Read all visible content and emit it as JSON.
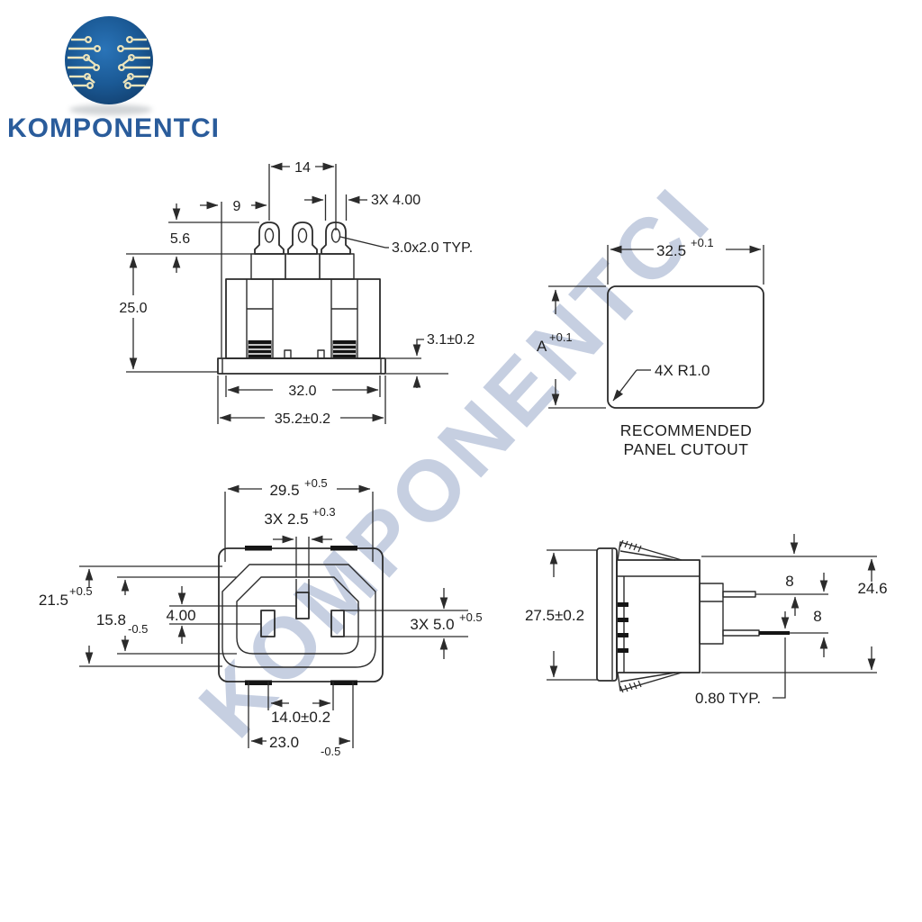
{
  "colors": {
    "line": "#2b2b2b",
    "text": "#1d1d1d",
    "logo_blue": "#17528c",
    "logo_text_blue": "#2a5c9b",
    "trace_cream": "#ece5bd",
    "watermark": "#c6cfe1"
  },
  "logo": {
    "brand": "KOMPONENTCI"
  },
  "watermark": {
    "text": "KOMPONENTCI"
  },
  "views": {
    "rear": {
      "dims": {
        "pin_span": "14",
        "edge_offset": "9",
        "terminal_width": "3X 4.00",
        "hole_note": "3.0x2.0 TYP.",
        "head_height": "5.6",
        "body_height": "25.0",
        "flange_thickness": "3.1±0.2",
        "body_width": "32.0",
        "flange_width": "35.2±0.2"
      }
    },
    "panel_cutout": {
      "dims": {
        "width": "32.5",
        "width_tol": "+0.1",
        "height": "A",
        "height_tol": "+0.1",
        "corner_radius": "4X R1.0"
      },
      "caption_line1": "RECOMMENDED",
      "caption_line2": "PANEL CUTOUT"
    },
    "front": {
      "dims": {
        "opening_width": "29.5",
        "opening_width_tol": "+0.5",
        "slot_width": "3X 2.5",
        "slot_width_tol": "+0.3",
        "opening_height": "21.5",
        "opening_height_tol": "+0.5",
        "inner_height": "15.8",
        "inner_height_tol": "-0.5",
        "pin_offset": "4.00",
        "pin_length": "3X 5.0",
        "pin_length_tol": "+0.5",
        "mount_pitch": "14.0±0.2",
        "body_width": "23.0",
        "body_width_tol": "-0.5"
      }
    },
    "side": {
      "dims": {
        "flange_height": "27.5±0.2",
        "pin_gap_top": "8",
        "pin_gap_bottom": "8",
        "depth": "24.6",
        "pin_thickness": "0.80 TYP."
      }
    }
  }
}
